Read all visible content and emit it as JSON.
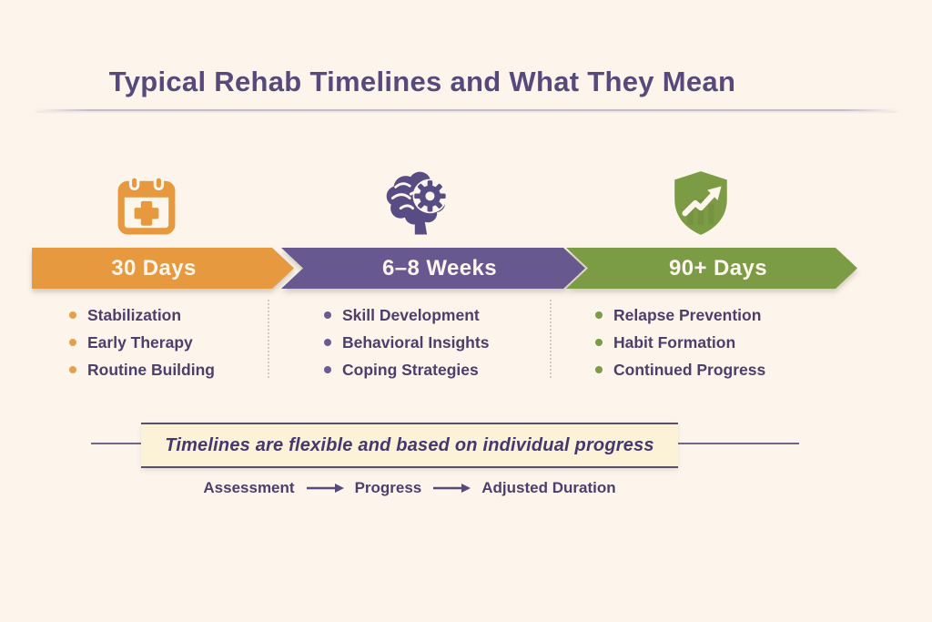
{
  "title": "Typical Rehab Timelines and What They Mean",
  "phases": [
    {
      "label": "30 Days",
      "color": "#E6993F",
      "icon": "medical-calendar-icon",
      "items": [
        "Stabilization",
        "Early Therapy",
        "Routine Building"
      ]
    },
    {
      "label": "6–8 Weeks",
      "color": "#67598F",
      "icon": "brain-gear-icon",
      "items": [
        "Skill Development",
        "Behavioral Insights",
        "Coping Strategies"
      ]
    },
    {
      "label": "90+ Days",
      "color": "#7C9B45",
      "icon": "shield-growth-icon",
      "items": [
        "Relapse Prevention",
        "Habit Formation",
        "Continued Progress"
      ]
    }
  ],
  "note": "Timelines are flexible and based on individual progress",
  "flow": {
    "steps": [
      "Assessment",
      "Progress",
      "Adjusted Duration"
    ]
  },
  "colors": {
    "background": "#FDF5EC",
    "title_text": "#564A7D",
    "body_text": "#4B3F6B",
    "orange": "#E6993F",
    "purple": "#67598F",
    "green": "#7C9B45",
    "note_background": "#FBF2D7",
    "note_text": "#45386F"
  }
}
